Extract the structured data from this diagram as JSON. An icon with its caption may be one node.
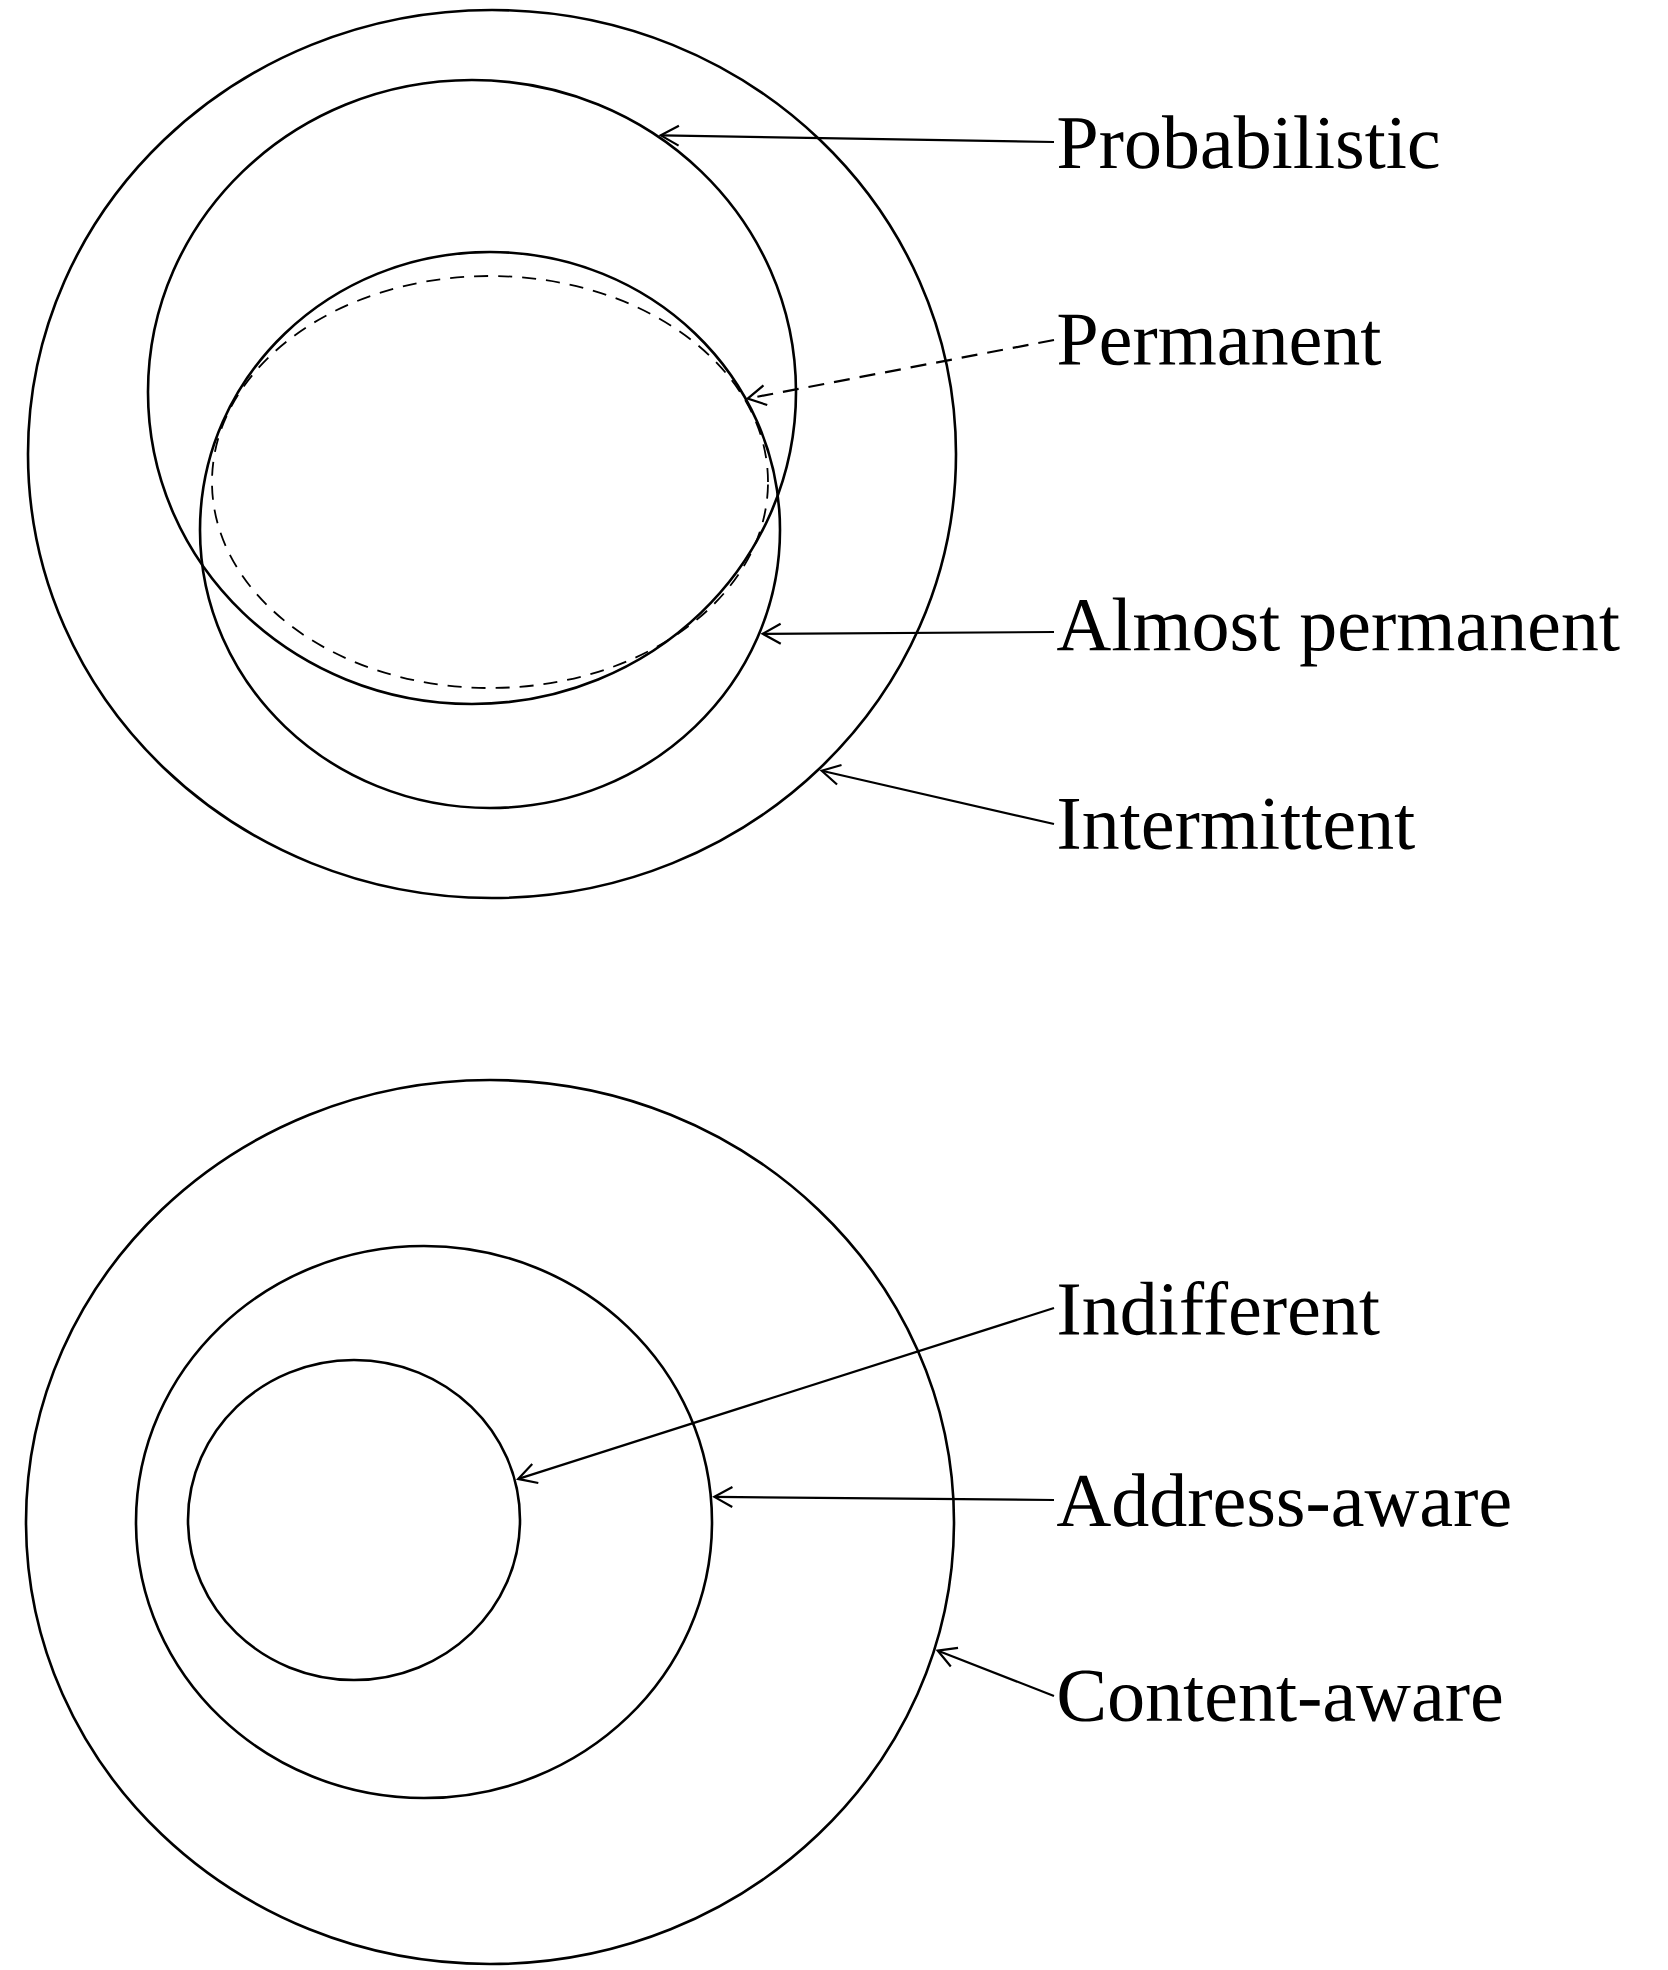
{
  "diagram": {
    "nodes": [
      {
        "text": [],
        "shape": "circle"
      },
      {
        "text": [],
        "shape": "circle",
        "in": 0
      },
      {
        "text": [],
        "shape": "circle",
        "in": 0
      },
      {
        "text": [],
        "shape": "circle",
        "in": 2
      },
      {
        "text": [
          "Probabilistic"
        ]
      },
      {
        "text": [
          "Permanent"
        ]
      },
      {
        "text": [
          "Almost permanent"
        ]
      },
      {
        "text": [
          "Intermittent"
        ]
      },
      {
        "text": [],
        "shape": "circle"
      },
      {
        "text": [],
        "shape": "circle",
        "in": 8
      },
      {
        "text": [],
        "shape": "circle",
        "in": 9
      },
      {
        "text": [
          "Indifferent"
        ]
      },
      {
        "text": [
          "Address-aware"
        ]
      },
      {
        "text": [
          "Content-aware"
        ]
      }
    ],
    "edges": [
      {
        "from": 4,
        "to": 1,
        "arrow": "to"
      },
      {
        "from": 5,
        "to": 3,
        "arrow": "to",
        "style": "dashed"
      },
      {
        "from": 6,
        "to": 2,
        "arrow": "to"
      },
      {
        "from": 7,
        "to": 0,
        "arrow": "to"
      },
      {
        "from": 11,
        "to": 10,
        "arrow": "to"
      },
      {
        "from": 12,
        "to": 9,
        "arrow": "to"
      },
      {
        "from": 13,
        "to": 8,
        "arrow": "to"
      }
    ]
  }
}
